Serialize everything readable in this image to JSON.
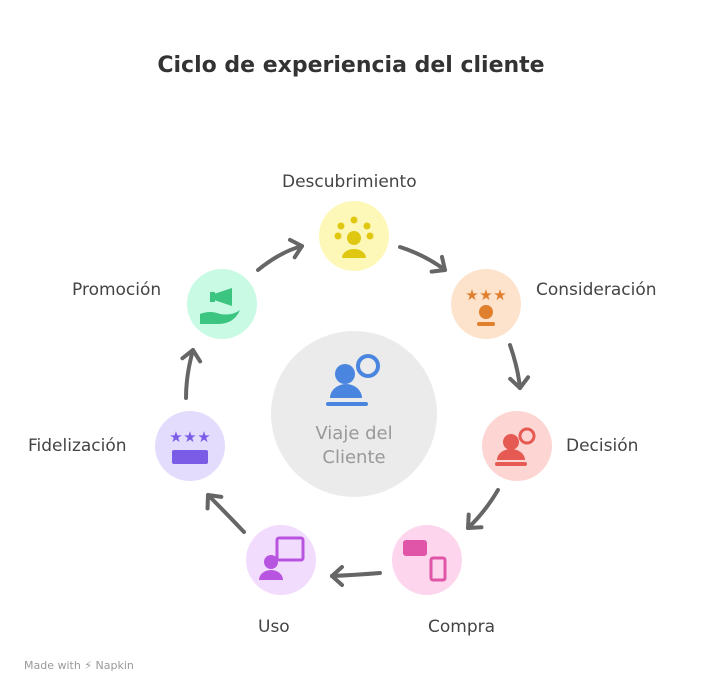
{
  "title": "Ciclo de experiencia del cliente",
  "center": {
    "line1": "Viaje del",
    "line2": "Cliente",
    "color": "#4a86e0"
  },
  "stages": [
    {
      "label": "Descubrimiento",
      "icon": "idea-person-icon",
      "color": "#e0c812",
      "bg": "#fdf8b8"
    },
    {
      "label": "Consideración",
      "icon": "rating-stars-person-icon",
      "color": "#e07f2e",
      "bg": "#fde2cc"
    },
    {
      "label": "Decisión",
      "icon": "person-decision-icon",
      "color": "#e55a52",
      "bg": "#fdd6d4"
    },
    {
      "label": "Compra",
      "icon": "card-phone-payment-icon",
      "color": "#e055a8",
      "bg": "#fdd6ee"
    },
    {
      "label": "Uso",
      "icon": "person-chat-document-icon",
      "color": "#b855e0",
      "bg": "#f2dcfd"
    },
    {
      "label": "Fidelización",
      "icon": "stars-handshake-icon",
      "color": "#7b5ce6",
      "bg": "#e4dcfd"
    },
    {
      "label": "Promoción",
      "icon": "megaphone-hand-icon",
      "color": "#3cc481",
      "bg": "#c8fae4"
    }
  ],
  "footer": "Made with ⚡ Napkin"
}
